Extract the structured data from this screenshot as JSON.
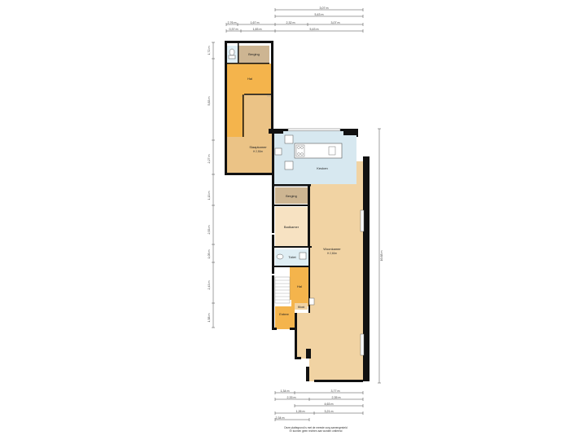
{
  "dimensions": {
    "top": {
      "row1": "3,07 m",
      "row2": "5,43 m",
      "row3": [
        "2,76 m",
        "1,67 m",
        "2,32 m",
        "3,07 m"
      ],
      "row4": [
        "0,37 m",
        "1,83 m",
        "5,43 m"
      ]
    },
    "left": [
      "1,72 m",
      "5,83 m",
      "2,27 m",
      "1,13 m",
      "2,53 m",
      "1,05 m",
      "2,43 m",
      "1,58 m"
    ],
    "right": "16,68 m",
    "bottom": {
      "row1": [
        "1,34 m",
        "3,77 m"
      ],
      "row2": [
        "2,33 m",
        "2,35 m"
      ],
      "row3": "4,63 m",
      "row4": [
        "1,26 m",
        "3,21 m"
      ],
      "row5": "2,34 m"
    }
  },
  "rooms": {
    "berging_top": "Berging",
    "hal_top": "Hal",
    "slaapkamer": "Slaapkamer",
    "slaapkamer_sub": "H 2,50m",
    "keuken": "Keuken",
    "berging_mid": "Berging",
    "badkamer": "Badkamer",
    "toilet": "Toilet",
    "woonkamer": "Woonkamer",
    "woonkamer_sub": "H 2,60m",
    "hal_mid": "Hal",
    "entree": "Entree",
    "meterkast": "Mkast"
  },
  "footer": {
    "line1": "Deze plattegrond is met de meeste zorg samengesteld",
    "line2": "Er kunnen geen rechten aan worden ontleend"
  },
  "colors": {
    "hal": "#f4b44c",
    "slaapkamer": "#ebc386",
    "berging": "#cdb592",
    "keuken": "#d7e8f0",
    "woonkamer": "#f1d3a3",
    "badkamer": "#f7e2c2",
    "toilet": "#dfeef4",
    "wall": "#111111"
  }
}
